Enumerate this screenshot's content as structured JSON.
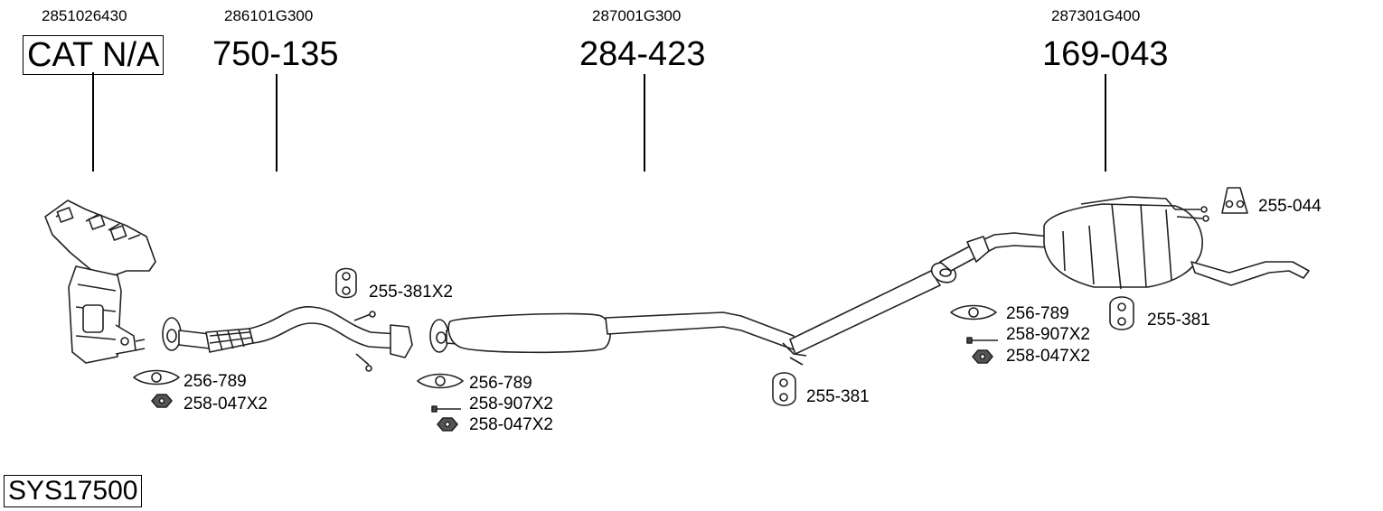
{
  "sections": [
    {
      "oem": "2851026430",
      "part": "CAT N/A"
    },
    {
      "oem": "286101G300",
      "part": "750-135"
    },
    {
      "oem": "287001G300",
      "part": "284-423"
    },
    {
      "oem": "287301G400",
      "part": "169-043"
    }
  ],
  "callouts": {
    "c1": "255-381X2",
    "c2": "256-789",
    "c3": "258-047X2",
    "c4": "256-789",
    "c5": "258-907X2",
    "c6": "258-047X2",
    "c7": "255-381",
    "c8": "255-044",
    "c9": "256-789",
    "c10": "258-907X2",
    "c11": "258-047X2",
    "c12": "255-381"
  },
  "system_code": "SYS17500"
}
